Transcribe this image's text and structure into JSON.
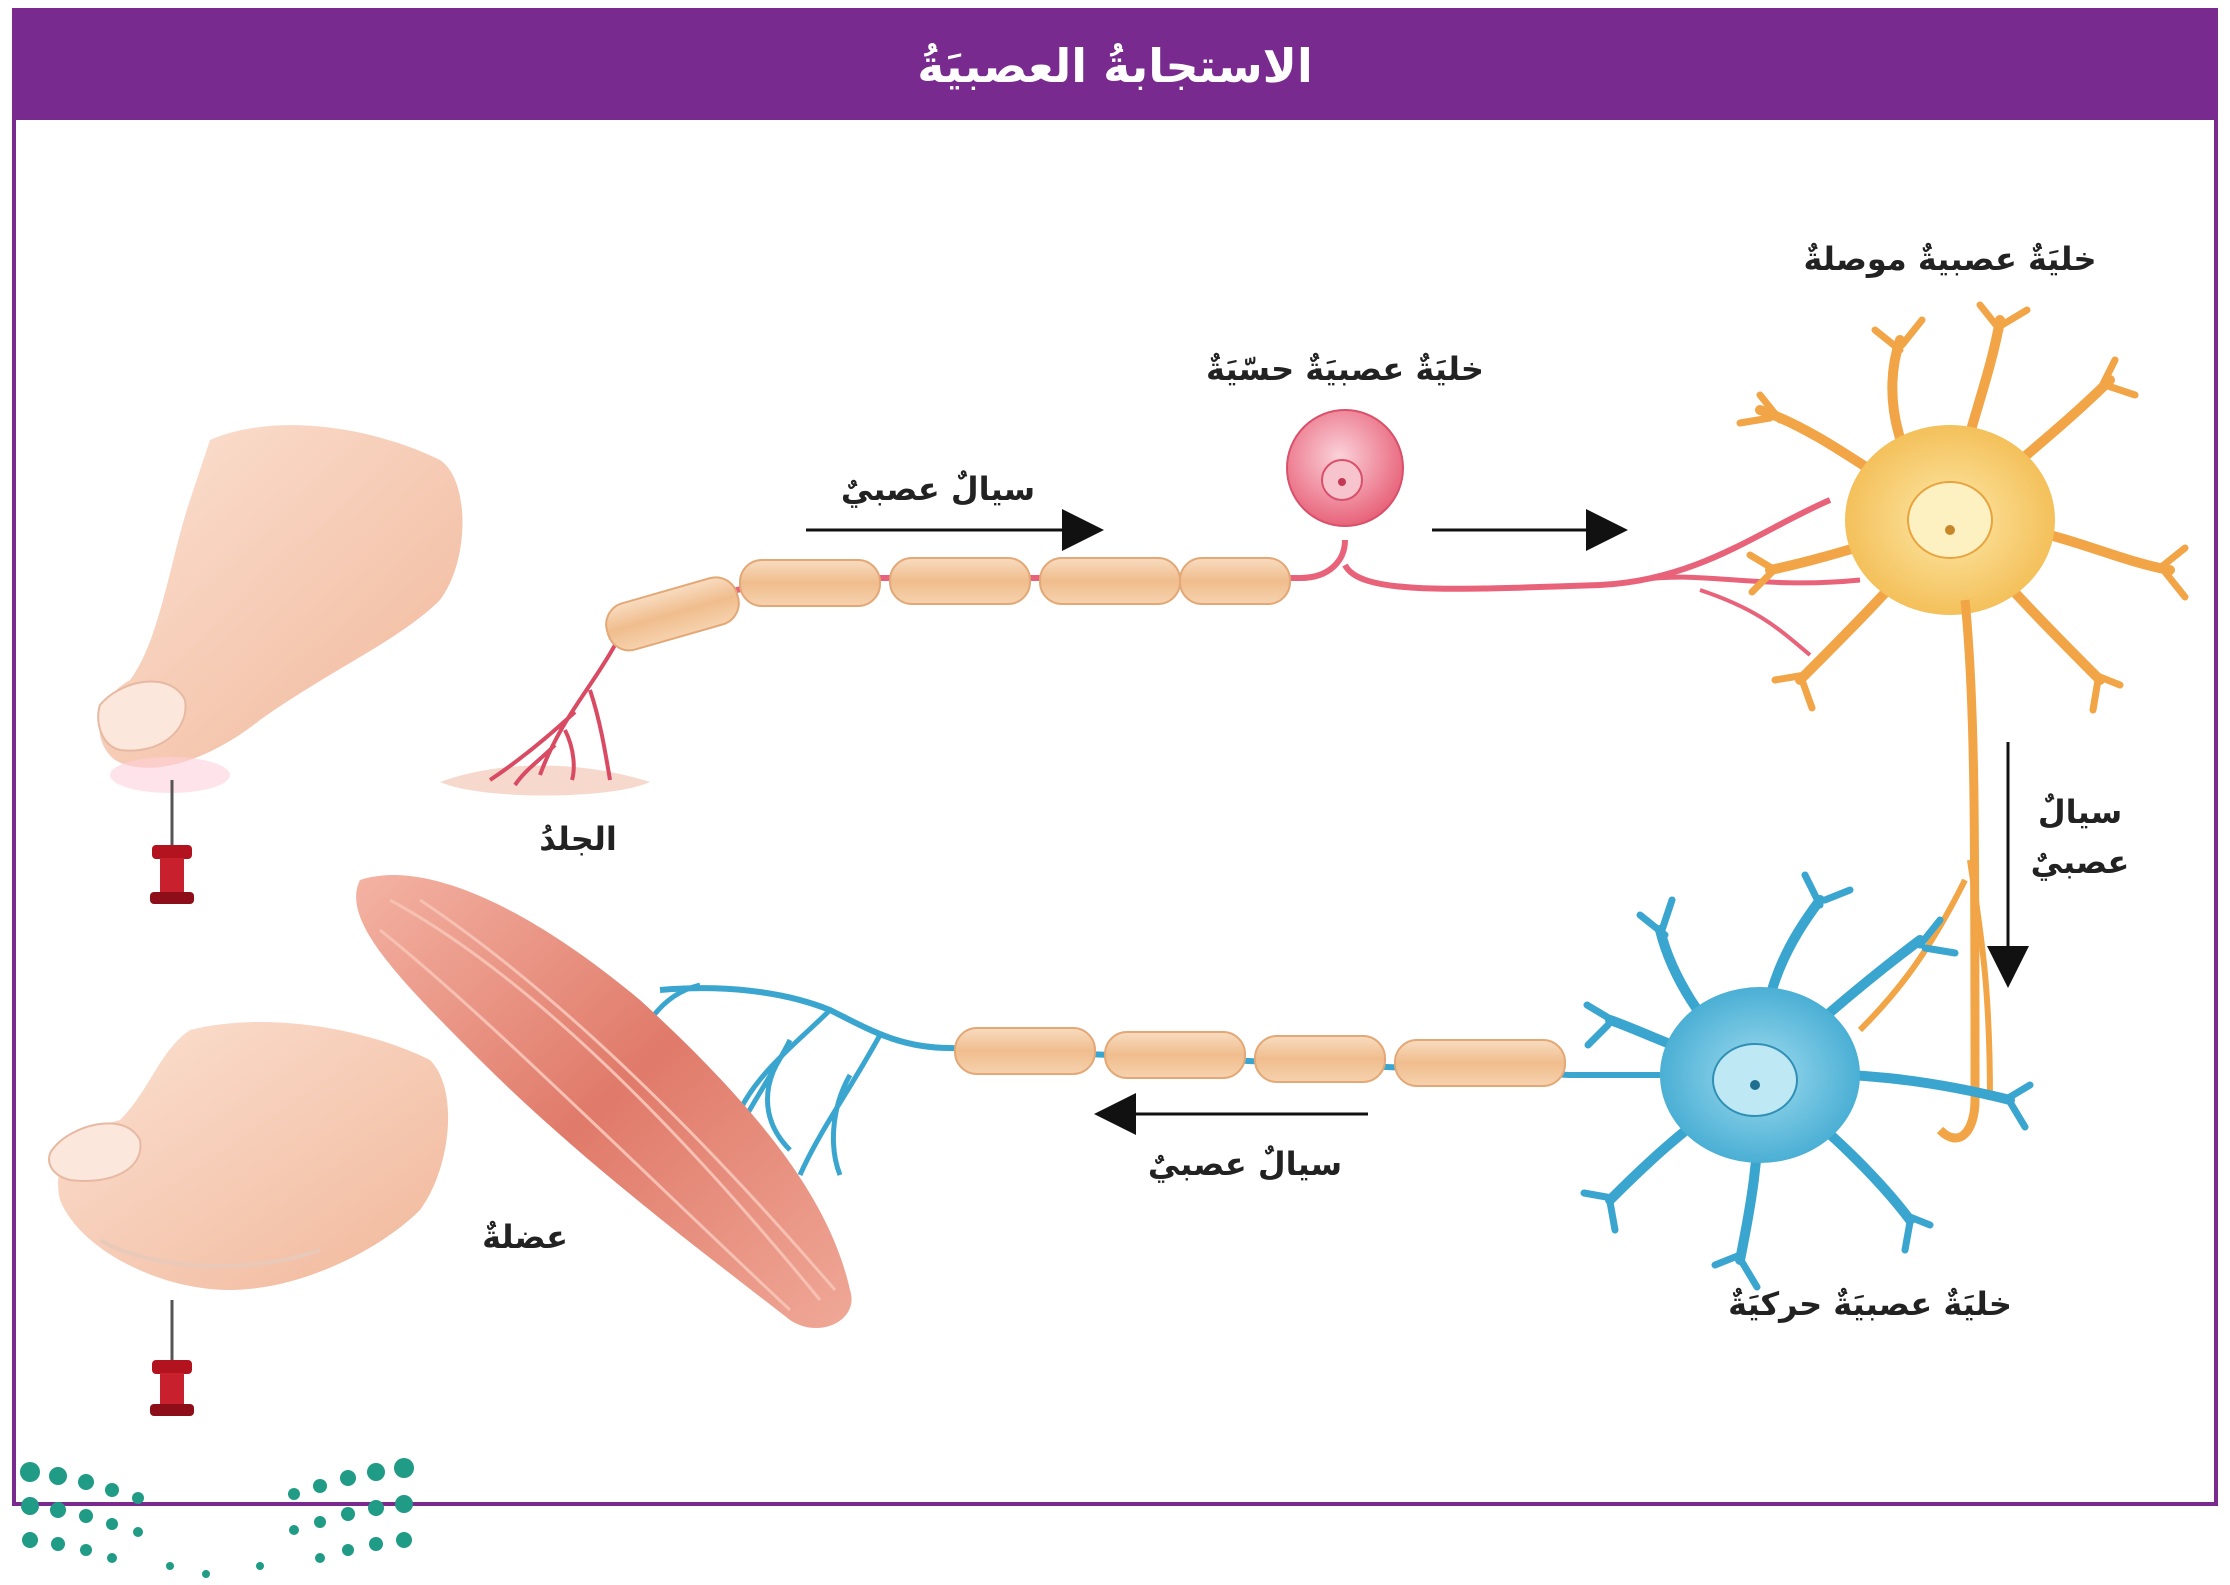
{
  "title": "الاستجابةُ العصبيَةُ",
  "labels": {
    "interneuron": "خليَةٌ عصبيةٌ موصلةٌ",
    "sensory_neuron": "خليَةٌ عصبيَةٌ حسّيَةٌ",
    "impulse_top": "سيالٌ عصبيٌ",
    "impulse_right_line1": "سيالٌ",
    "impulse_right_line2": "عصبيٌ",
    "skin": "الجلدُ",
    "impulse_bottom": "سيالٌ عصبيٌ",
    "muscle": "عضلةٌ",
    "motor_neuron": "خليَةٌ عصبيَةٌ حركيَةٌ"
  },
  "colors": {
    "frame": "#782a8e",
    "sensory": "#e8637a",
    "interneuron": "#f2b84b",
    "motor": "#3aa6cf",
    "myelin": "#f3c79a",
    "muscle": "#e07a6a",
    "skin_tone": "#f6cbb2",
    "pin": "#b3121f",
    "logo_dots": "#1f9b86"
  },
  "icons": [
    "finger-icon",
    "pushpin-icon",
    "logo-dots-icon"
  ]
}
